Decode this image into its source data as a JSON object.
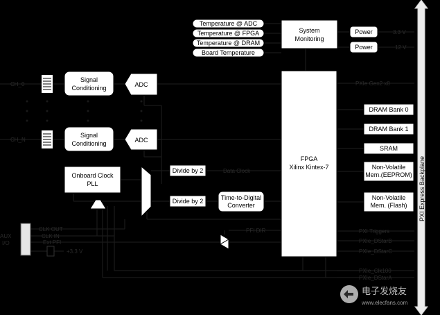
{
  "diagram": {
    "sensors": [
      "Temperature @ ADC",
      "Temperature @ FPGA",
      "Temperature @ DRAM",
      "Board Temperature"
    ],
    "system_monitoring": [
      "System",
      "Monitoring"
    ],
    "power": [
      {
        "label": "Power",
        "rail": "3.3 V"
      },
      {
        "label": "Power",
        "rail": "12 V"
      }
    ],
    "channels": [
      "CH_0",
      "CH_N"
    ],
    "signal_conditioning": [
      "Signal",
      "Conditioning"
    ],
    "adc_label": "ADC",
    "clock": [
      "Onboard Clock",
      "PLL"
    ],
    "divide_label": "Divide by 2",
    "tdc": [
      "Time-to-Digital",
      "Converter"
    ],
    "fpga": [
      "FPGA",
      "Xilinx Kintex-7"
    ],
    "memory": [
      {
        "lines": [
          "DRAM Bank 0"
        ]
      },
      {
        "lines": [
          "DRAM Bank 1"
        ]
      },
      {
        "lines": [
          "SRAM"
        ]
      },
      {
        "lines": [
          "Non-Volatile",
          "Mem.(EEPROM)"
        ]
      },
      {
        "lines": [
          "Non-Volatile",
          "Mem. (Flash)"
        ]
      }
    ],
    "backplane_label": "PXI Express Backplane",
    "bus_labels": [
      "PXIe Gen2 x8",
      "PXI Triggers",
      "PXIe_DStarB",
      "PXIe_DStarC",
      "PXIe_Clk100",
      "PXIe_DStarA"
    ],
    "signal_labels": {
      "data_clock": "Data Clock",
      "pfi_dir": "PFI DIR",
      "clk_out": "CLK OUT",
      "clk_in": "CLK IN",
      "ext_pfi": "Ext PFI",
      "aux_voltage": "+3.3 V"
    },
    "aux": [
      "AUX",
      "I/O"
    ],
    "watermark": {
      "cn": "电子发烧友",
      "url": "www.elecfans.com"
    }
  }
}
